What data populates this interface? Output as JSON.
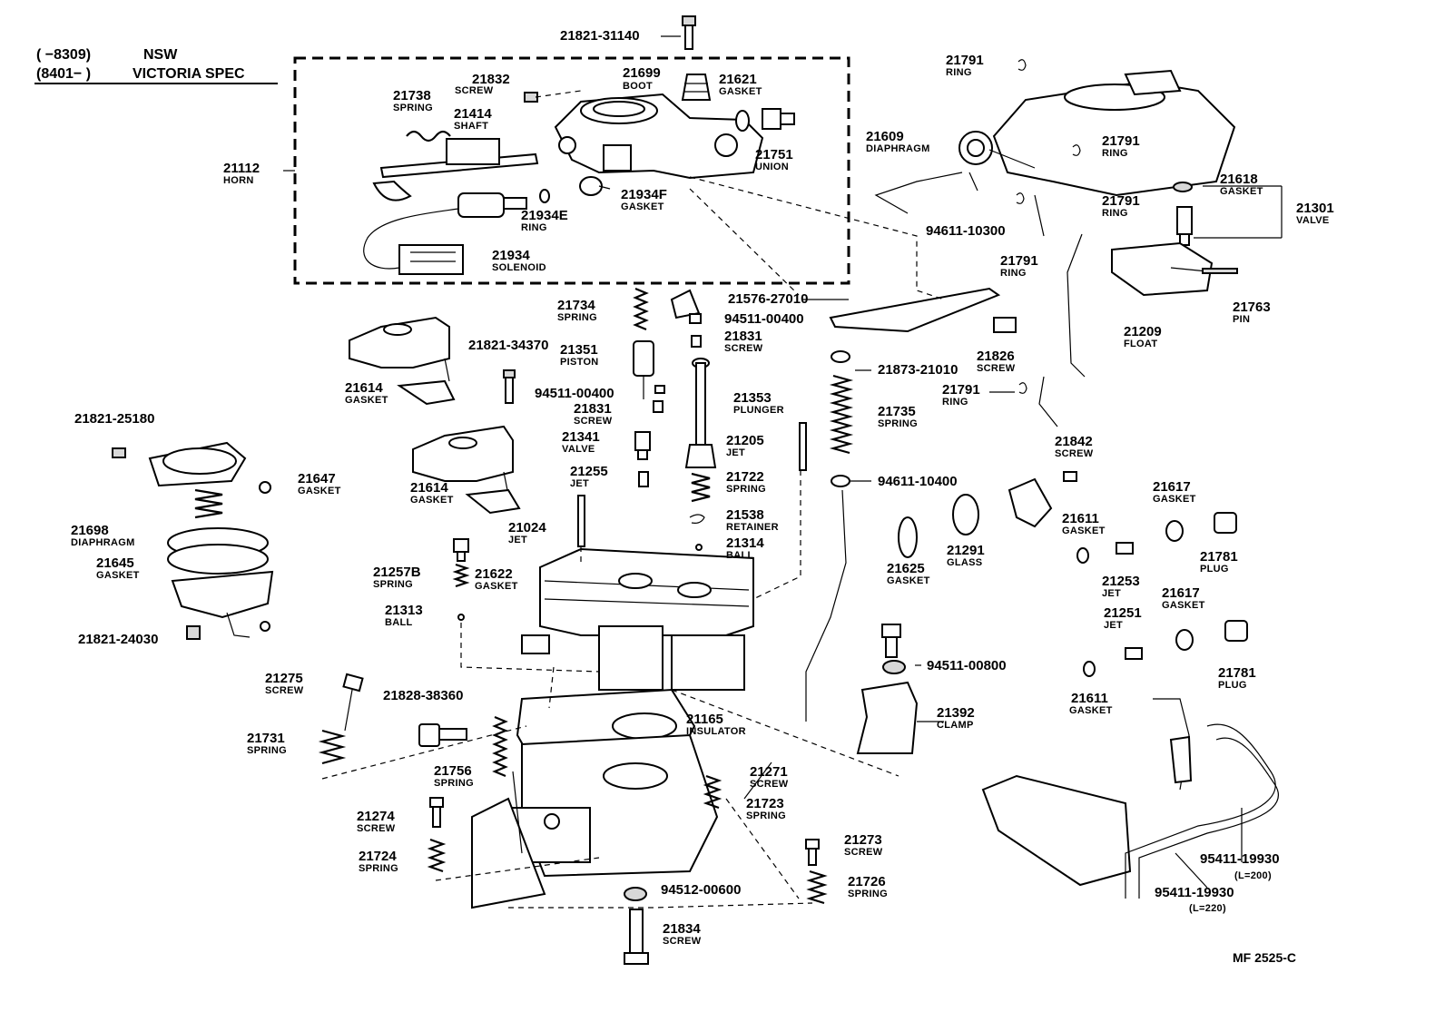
{
  "header": {
    "line1_range": "(       −8309)",
    "line1_label": "NSW",
    "line2_range": "(8401−         )",
    "line2_label": "VICTORIA SPEC"
  },
  "footer": {
    "code": "MF  2525-C"
  },
  "callouts": [
    {
      "id": "c1",
      "number": "21821-31140",
      "label": ""
    },
    {
      "id": "c2",
      "number": "21832",
      "label": "SCREW"
    },
    {
      "id": "c3",
      "number": "21699",
      "label": "BOOT"
    },
    {
      "id": "c4",
      "number": "21621",
      "label": "GASKET"
    },
    {
      "id": "c5",
      "number": "21738",
      "label": "SPRING"
    },
    {
      "id": "c6",
      "number": "21414",
      "label": "SHAFT"
    },
    {
      "id": "c7",
      "number": "21112",
      "label": "HORN"
    },
    {
      "id": "c8",
      "number": "21751",
      "label": "UNION"
    },
    {
      "id": "c9",
      "number": "21934F",
      "label": "GASKET"
    },
    {
      "id": "c10",
      "number": "21934E",
      "label": "RING"
    },
    {
      "id": "c11",
      "number": "21934",
      "label": "SOLENOID"
    },
    {
      "id": "c12",
      "number": "21791",
      "label": "RING"
    },
    {
      "id": "c13",
      "number": "21609",
      "label": "DIAPHRAGM"
    },
    {
      "id": "c14",
      "number": "21791",
      "label": "RING"
    },
    {
      "id": "c15",
      "number": "94611-10300",
      "label": ""
    },
    {
      "id": "c16",
      "number": "21791",
      "label": "RING"
    },
    {
      "id": "c17",
      "number": "21791",
      "label": "RING"
    },
    {
      "id": "c18",
      "number": "21618",
      "label": "GASKET"
    },
    {
      "id": "c19",
      "number": "21301",
      "label": "VALVE"
    },
    {
      "id": "c20",
      "number": "21763",
      "label": "PIN"
    },
    {
      "id": "c21",
      "number": "21209",
      "label": "FLOAT"
    },
    {
      "id": "c22",
      "number": "21734",
      "label": "SPRING"
    },
    {
      "id": "c23",
      "number": "21576-27010",
      "label": ""
    },
    {
      "id": "c24",
      "number": "94511-00400",
      "label": ""
    },
    {
      "id": "c25",
      "number": "21831",
      "label": "SCREW"
    },
    {
      "id": "c26",
      "number": "21826",
      "label": "SCREW"
    },
    {
      "id": "c27",
      "number": "21821-34370",
      "label": ""
    },
    {
      "id": "c28",
      "number": "21351",
      "label": "PISTON"
    },
    {
      "id": "c29",
      "number": "21873-21010",
      "label": ""
    },
    {
      "id": "c30",
      "number": "21791",
      "label": "RING"
    },
    {
      "id": "c31",
      "number": "21614",
      "label": "GASKET"
    },
    {
      "id": "c32",
      "number": "94511-00400",
      "label": ""
    },
    {
      "id": "c33",
      "number": "21831",
      "label": "SCREW"
    },
    {
      "id": "c34",
      "number": "21353",
      "label": "PLUNGER"
    },
    {
      "id": "c35",
      "number": "21735",
      "label": "SPRING"
    },
    {
      "id": "c36",
      "number": "21821-25180",
      "label": ""
    },
    {
      "id": "c37",
      "number": "21341",
      "label": "VALVE"
    },
    {
      "id": "c38",
      "number": "21205",
      "label": "JET"
    },
    {
      "id": "c39",
      "number": "21842",
      "label": "SCREW"
    },
    {
      "id": "c40",
      "number": "21614",
      "label": "GASKET"
    },
    {
      "id": "c41",
      "number": "21255",
      "label": "JET"
    },
    {
      "id": "c42",
      "number": "21722",
      "label": "SPRING"
    },
    {
      "id": "c43",
      "number": "94611-10400",
      "label": ""
    },
    {
      "id": "c44",
      "number": "21647",
      "label": "GASKET"
    },
    {
      "id": "c45",
      "number": "21617",
      "label": "GASKET"
    },
    {
      "id": "c46",
      "number": "21698",
      "label": "DIAPHRAGM"
    },
    {
      "id": "c47",
      "number": "21024",
      "label": "JET"
    },
    {
      "id": "c48",
      "number": "21538",
      "label": "RETAINER"
    },
    {
      "id": "c49",
      "number": "21611",
      "label": "GASKET"
    },
    {
      "id": "c50",
      "number": "21645",
      "label": "GASKET"
    },
    {
      "id": "c51",
      "number": "21314",
      "label": "BALL"
    },
    {
      "id": "c52",
      "number": "21291",
      "label": "GLASS"
    },
    {
      "id": "c53",
      "number": "21781",
      "label": "PLUG"
    },
    {
      "id": "c54",
      "number": "21625",
      "label": "GASKET"
    },
    {
      "id": "c55",
      "number": "21257B",
      "label": "SPRING"
    },
    {
      "id": "c56",
      "number": "21622",
      "label": "GASKET"
    },
    {
      "id": "c57",
      "number": "21253",
      "label": "JET"
    },
    {
      "id": "c58",
      "number": "21617",
      "label": "GASKET"
    },
    {
      "id": "c59",
      "number": "21313",
      "label": "BALL"
    },
    {
      "id": "c60",
      "number": "21251",
      "label": "JET"
    },
    {
      "id": "c61",
      "number": "21821-24030",
      "label": ""
    },
    {
      "id": "c62",
      "number": "94511-00800",
      "label": ""
    },
    {
      "id": "c63",
      "number": "21781",
      "label": "PLUG"
    },
    {
      "id": "c64",
      "number": "21275",
      "label": "SCREW"
    },
    {
      "id": "c65",
      "number": "21828-38360",
      "label": ""
    },
    {
      "id": "c66",
      "number": "21611",
      "label": "GASKET"
    },
    {
      "id": "c67",
      "number": "21392",
      "label": "CLAMP"
    },
    {
      "id": "c68",
      "number": "21165",
      "label": "INSULATOR"
    },
    {
      "id": "c69",
      "number": "21731",
      "label": "SPRING"
    },
    {
      "id": "c70",
      "number": "21271",
      "label": "SCREW"
    },
    {
      "id": "c71",
      "number": "21756",
      "label": "SPRING"
    },
    {
      "id": "c72",
      "number": "21723",
      "label": "SPRING"
    },
    {
      "id": "c73",
      "number": "21274",
      "label": "SCREW"
    },
    {
      "id": "c74",
      "number": "21273",
      "label": "SCREW"
    },
    {
      "id": "c75",
      "number": "21724",
      "label": "SPRING"
    },
    {
      "id": "c76",
      "number": "21726",
      "label": "SPRING"
    },
    {
      "id": "c77",
      "number": "94512-00600",
      "label": ""
    },
    {
      "id": "c78",
      "number": "95411-19930",
      "label": "(L=200)"
    },
    {
      "id": "c79",
      "number": "95411-19930",
      "label": "(L=220)"
    },
    {
      "id": "c80",
      "number": "21834",
      "label": "SCREW"
    }
  ]
}
